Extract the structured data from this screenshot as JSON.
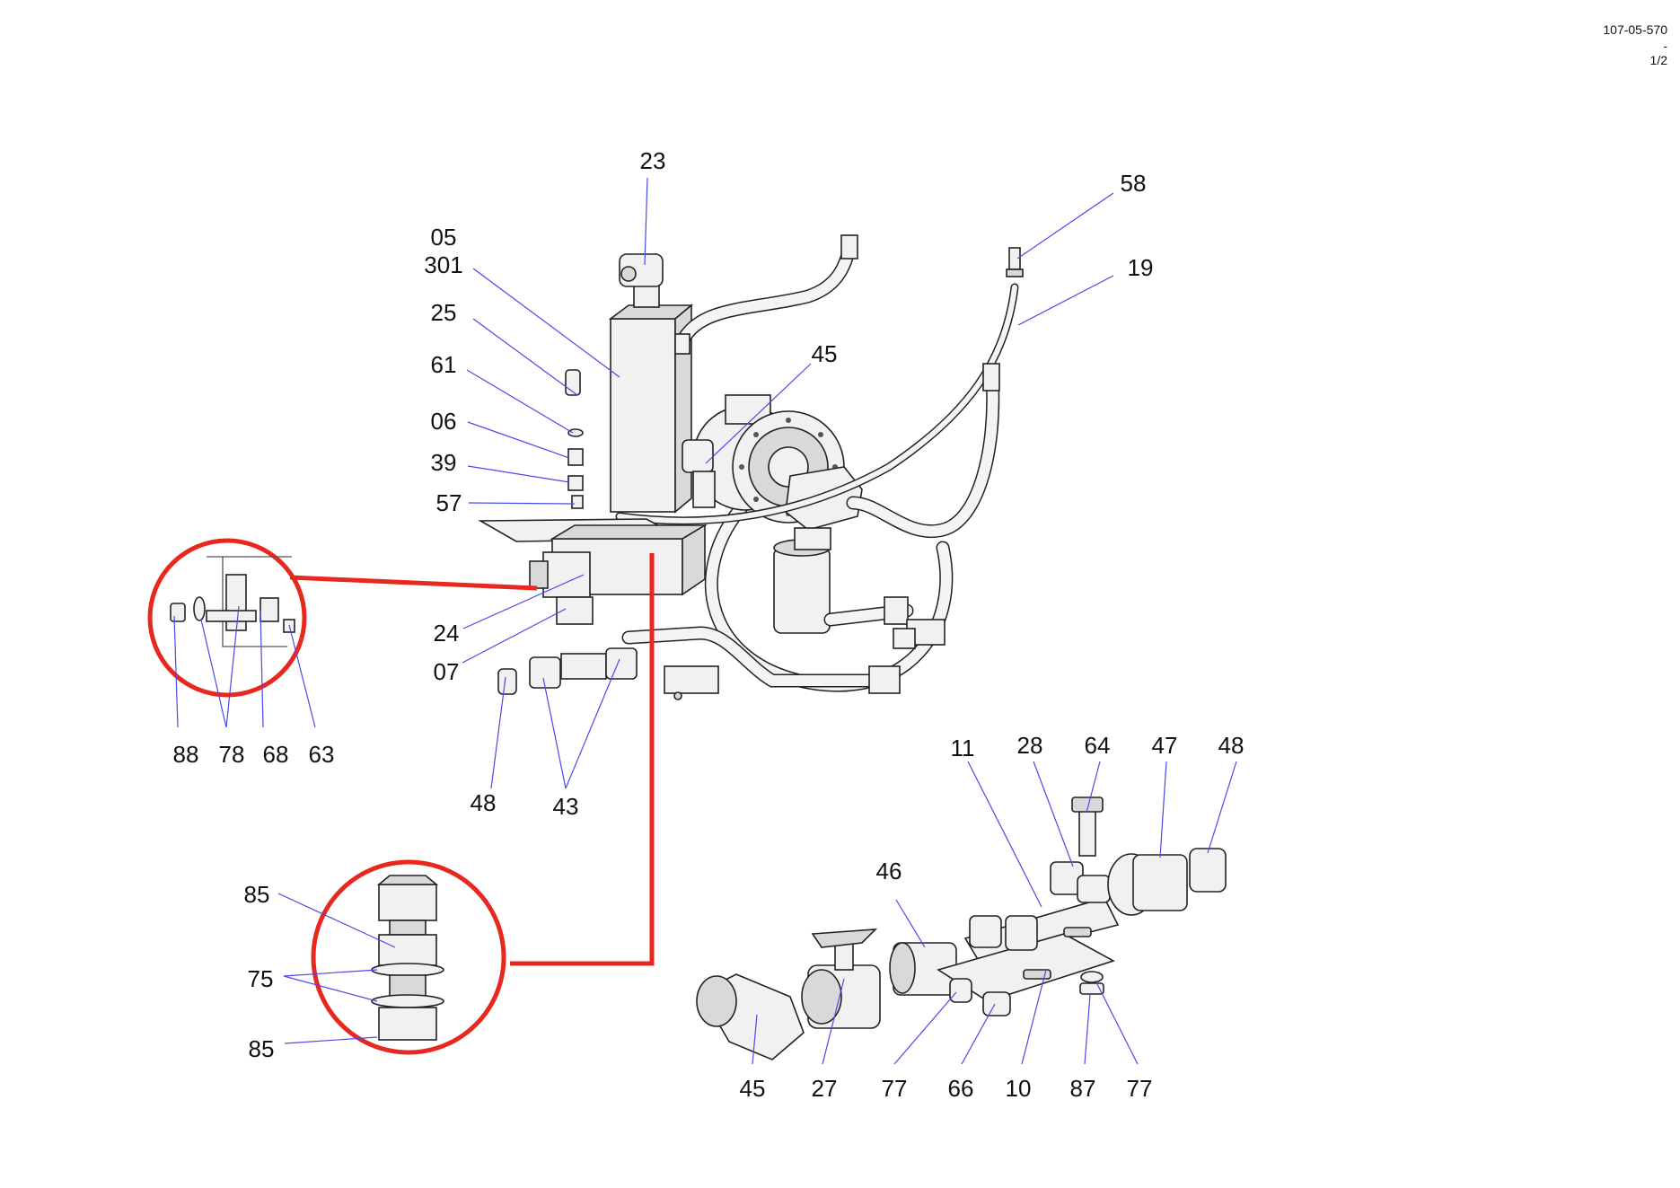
{
  "drawing": {
    "number": "107-05-570",
    "revision": "-",
    "sheet": "1/2"
  },
  "callouts": [
    {
      "id": "c23",
      "text": "23"
    },
    {
      "id": "c58",
      "text": "58"
    },
    {
      "id": "c19",
      "text": "19"
    },
    {
      "id": "c05",
      "text": "05"
    },
    {
      "id": "c301",
      "text": "301"
    },
    {
      "id": "c25",
      "text": "25"
    },
    {
      "id": "c61",
      "text": "61"
    },
    {
      "id": "c45a",
      "text": "45"
    },
    {
      "id": "c06",
      "text": "06"
    },
    {
      "id": "c39",
      "text": "39"
    },
    {
      "id": "c57",
      "text": "57"
    },
    {
      "id": "c24",
      "text": "24"
    },
    {
      "id": "c07",
      "text": "07"
    },
    {
      "id": "c48a",
      "text": "48"
    },
    {
      "id": "c43",
      "text": "43"
    },
    {
      "id": "c88",
      "text": "88"
    },
    {
      "id": "c78",
      "text": "78"
    },
    {
      "id": "c68",
      "text": "68"
    },
    {
      "id": "c63",
      "text": "63"
    },
    {
      "id": "c11",
      "text": "11"
    },
    {
      "id": "c28",
      "text": "28"
    },
    {
      "id": "c64",
      "text": "64"
    },
    {
      "id": "c47",
      "text": "47"
    },
    {
      "id": "c48b",
      "text": "48"
    },
    {
      "id": "c46",
      "text": "46"
    },
    {
      "id": "c85a",
      "text": "85"
    },
    {
      "id": "c75",
      "text": "75"
    },
    {
      "id": "c85b",
      "text": "85"
    },
    {
      "id": "c45b",
      "text": "45"
    },
    {
      "id": "c27",
      "text": "27"
    },
    {
      "id": "c77a",
      "text": "77"
    },
    {
      "id": "c66",
      "text": "66"
    },
    {
      "id": "c10",
      "text": "10"
    },
    {
      "id": "c87",
      "text": "87"
    },
    {
      "id": "c77b",
      "text": "77"
    }
  ],
  "colors": {
    "leader": "#4a4ae8",
    "detail_circle": "#e8281e",
    "outline": "#222222"
  }
}
